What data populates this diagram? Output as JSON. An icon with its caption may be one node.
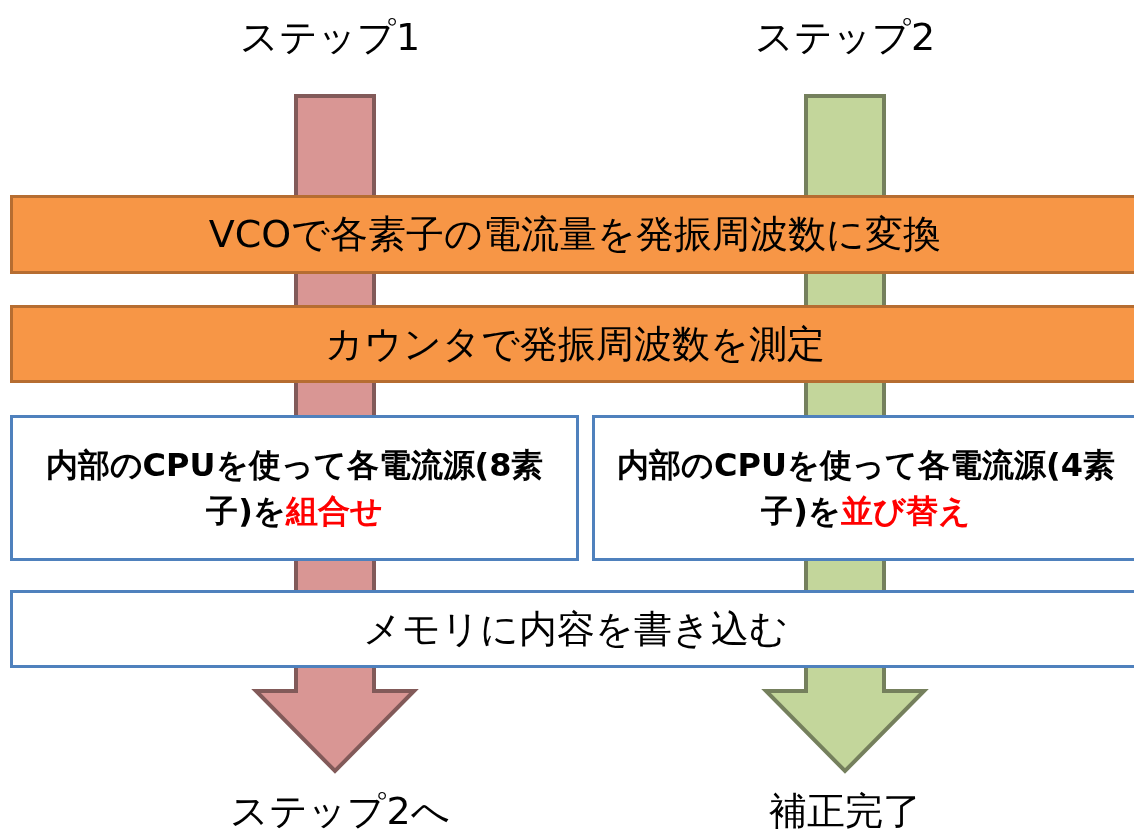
{
  "diagram": {
    "nodes": [
      {
        "text": [
          "ステップ1"
        ]
      },
      {
        "text": [
          "ステップ2"
        ]
      },
      {
        "text": [
          "VCOで各素子の電流量を発振周波数に変換"
        ]
      },
      {
        "text": [
          "カウンタで発振周波数を測定"
        ]
      },
      {
        "text": [
          "内部のCPUを使って各電流源(8素子)を**組合せ**"
        ]
      },
      {
        "text": [
          "内部のCPUを使って各電流源(4素子)を**並び替え**"
        ]
      },
      {
        "text": [
          "メモリに内容を書き込む"
        ]
      },
      {
        "text": [
          "ステップ2へ"
        ]
      },
      {
        "text": [
          "補正完了"
        ]
      }
    ],
    "edges": [
      {
        "from": 0,
        "to": 7,
        "arrow": "to",
        "style": "thick",
        "color": "#d99694"
      },
      {
        "from": 1,
        "to": 8,
        "arrow": "to",
        "style": "thick",
        "color": "#c3d69b"
      }
    ]
  }
}
